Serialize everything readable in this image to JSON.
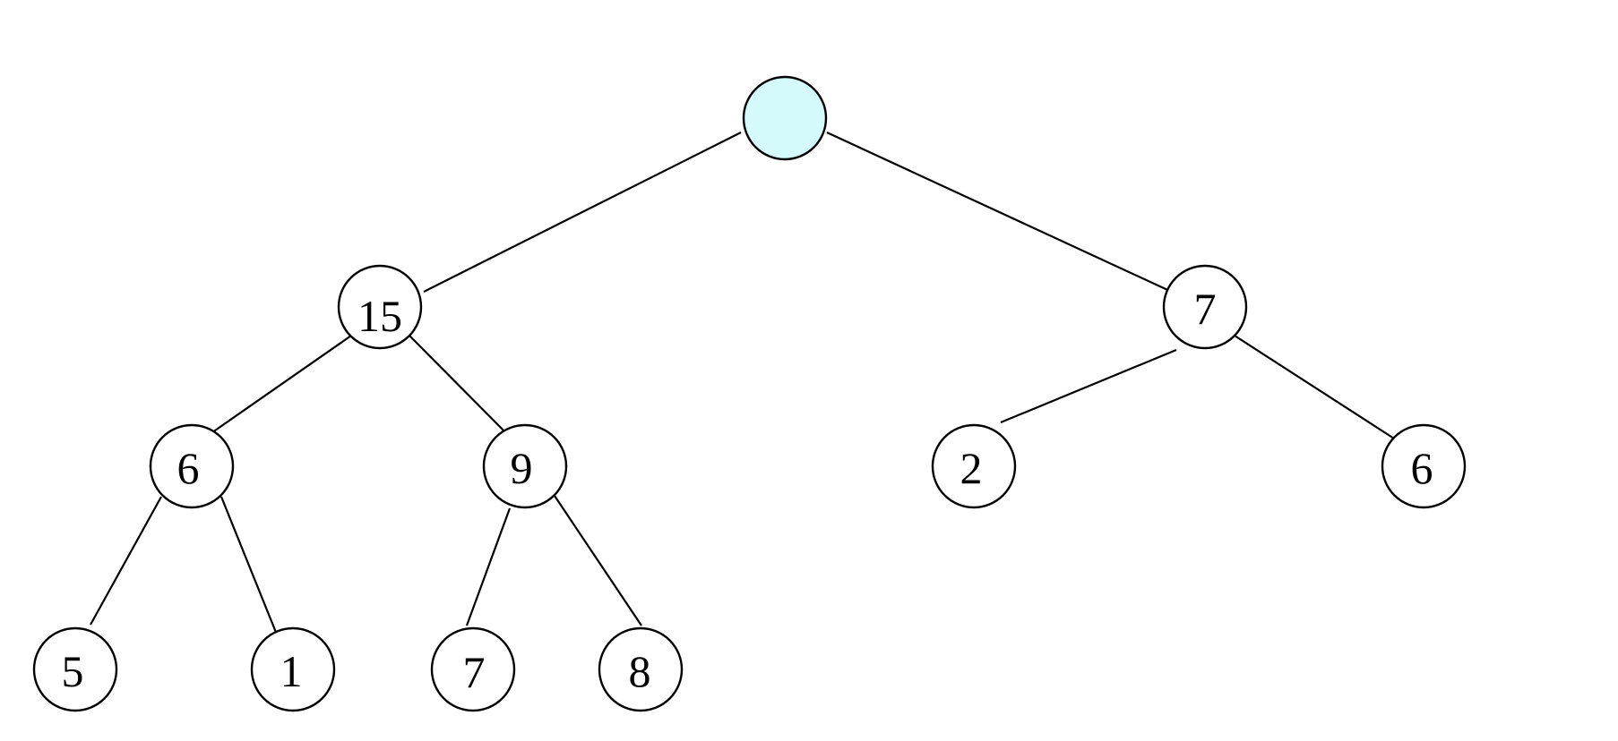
{
  "colors": {
    "root_fill": "#d4fafc",
    "node_fill": "#ffffff",
    "stroke": "#000000"
  },
  "tree": {
    "nodes": [
      {
        "id": "root",
        "label": "",
        "highlighted": true
      },
      {
        "id": "n15",
        "label": "15"
      },
      {
        "id": "n7a",
        "label": "7"
      },
      {
        "id": "n6a",
        "label": "6"
      },
      {
        "id": "n9",
        "label": "9"
      },
      {
        "id": "n2",
        "label": "2"
      },
      {
        "id": "n6b",
        "label": "6"
      },
      {
        "id": "n5",
        "label": "5"
      },
      {
        "id": "n1",
        "label": "1"
      },
      {
        "id": "n7b",
        "label": "7"
      },
      {
        "id": "n8",
        "label": "8"
      }
    ],
    "edges": [
      {
        "from": "root",
        "to": "n15"
      },
      {
        "from": "root",
        "to": "n7a"
      },
      {
        "from": "n15",
        "to": "n6a"
      },
      {
        "from": "n15",
        "to": "n9"
      },
      {
        "from": "n7a",
        "to": "n2"
      },
      {
        "from": "n7a",
        "to": "n6b"
      },
      {
        "from": "n6a",
        "to": "n5"
      },
      {
        "from": "n6a",
        "to": "n1"
      },
      {
        "from": "n9",
        "to": "n7b"
      },
      {
        "from": "n9",
        "to": "n8"
      }
    ]
  }
}
